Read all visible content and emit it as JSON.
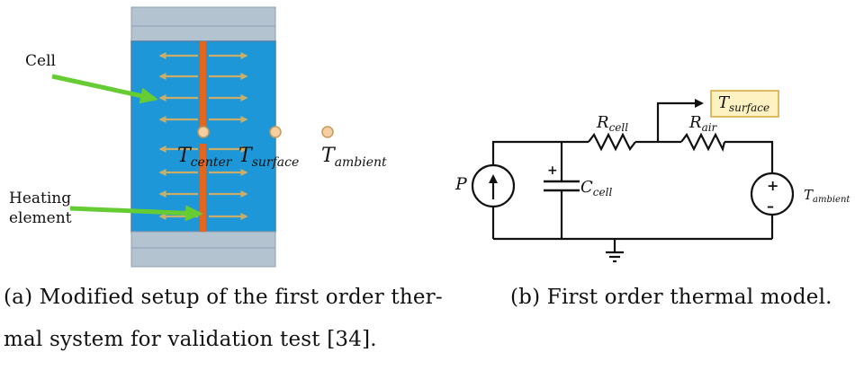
{
  "panel_a": {
    "label_cell": "Cell",
    "label_heating_line1": "Heating",
    "label_heating_line2": "element",
    "t_center": {
      "base": "T",
      "sub": "center"
    },
    "t_surface": {
      "base": "T",
      "sub": "surface"
    },
    "t_ambient": {
      "base": "T",
      "sub": "ambient"
    },
    "caption_line1": "(a) Modified setup of the first order ther-",
    "caption_line2": "mal system for validation test [34]."
  },
  "panel_b": {
    "source_label": "P",
    "r_cell": {
      "base": "R",
      "sub": "cell"
    },
    "r_air": {
      "base": "R",
      "sub": "air"
    },
    "c_cell": {
      "base": "C",
      "sub": "cell"
    },
    "t_surface": {
      "base": "T",
      "sub": "surface"
    },
    "t_ambient": {
      "base": "T",
      "sub": "ambient"
    },
    "plus_sign": "+",
    "minus_sign": "–",
    "caption": "(b) First order thermal model."
  },
  "colors": {
    "cell_blue": "#1e97d8",
    "cell_border": "#4a7fa8",
    "plate_grey": "#b3c3d0",
    "heater_orange": "#e3661e",
    "arrow_gold": "#c9ad6b",
    "green_arrow": "#66cc33",
    "marker_fill": "#f5cfa0",
    "marker_stroke": "#c69a5a",
    "label_box_fill": "#fff2c2",
    "label_box_stroke": "#d6a53a"
  }
}
